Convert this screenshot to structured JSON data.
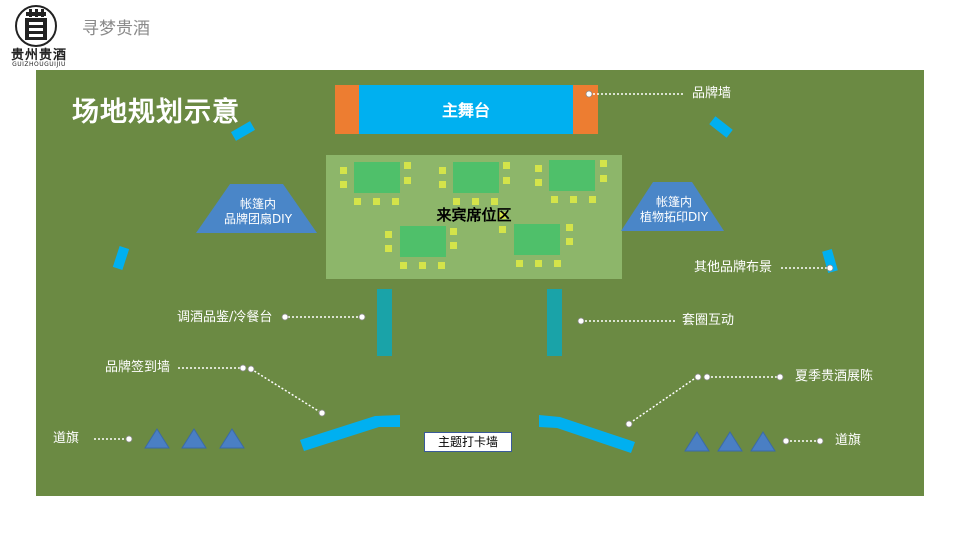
{
  "header": {
    "logo_icon": "guizhou-guijiu-logo-icon",
    "logo_text_cn": "贵州贵酒",
    "logo_text_en": "GUIZHOUGUIJIU",
    "tagline": "寻梦贵酒"
  },
  "plan": {
    "title": "场地规划示意",
    "stage_label": "主舞台",
    "seating_label": "来宾席位区",
    "tent_left_line1": "帐篷内",
    "tent_left_line2": "品牌团扇DIY",
    "tent_right_line1": "帐篷内",
    "tent_right_line2": "植物拓印DIY",
    "photo_wall_label": "主题打卡墙",
    "callouts": {
      "brand_wall": "品牌墙",
      "other_brand_decor": "其他品牌布景",
      "cocktail_cold_meal": "调酒品鉴/冷餐台",
      "ring_toss": "套圈互动",
      "sign_in_wall": "品牌签到墙",
      "summer_exhibit": "夏季贵酒展陈",
      "flags_left": "道旗",
      "flags_right": "道旗"
    },
    "colors": {
      "ground": "#6b8a43",
      "stage": "#00b0f0",
      "stage_side": "#ed7d31",
      "seating_area": "#8db66a",
      "table": "#4fc06a",
      "chair": "#d4e44a",
      "tent": "#4a86c8",
      "counter": "#1aa3a8",
      "flag": "#4a7fc4"
    }
  }
}
